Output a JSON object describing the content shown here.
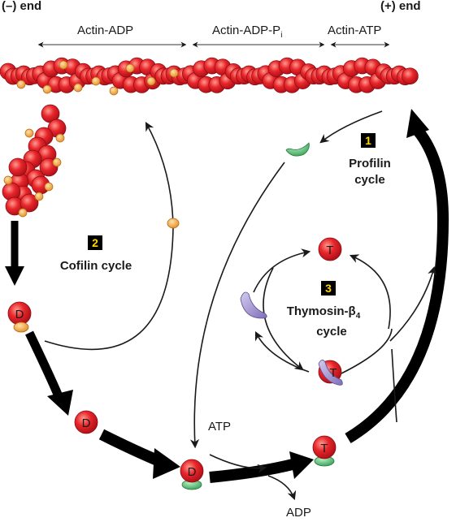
{
  "header": {
    "minus_end": "(–) end",
    "plus_end": "(+) end"
  },
  "regions": {
    "adp": "Actin-ADP",
    "adp_pi_prefix": "Actin-ADP-P",
    "adp_pi_sub": "i",
    "atp": "Actin-ATP"
  },
  "cycles": {
    "profilin": {
      "number": "1",
      "line1": "Profilin",
      "line2": "cycle"
    },
    "cofilin": {
      "number": "2",
      "label": "Cofilin cycle"
    },
    "thymosin": {
      "number": "3",
      "line1": "Thymosin-β",
      "sub": "4",
      "line2": "cycle"
    }
  },
  "monomer_letters": {
    "adp": "D",
    "atp": "T"
  },
  "nucleotides": {
    "atp": "ATP",
    "adp": "ADP"
  },
  "colors": {
    "actin_red": "#e8262b",
    "actin_dark": "#b01018",
    "cofilin_orange": "#f5a542",
    "profilin_green": "#4cb86a",
    "thymosin_purple": "#9d8fc9",
    "number_badge": "#ffd400"
  }
}
